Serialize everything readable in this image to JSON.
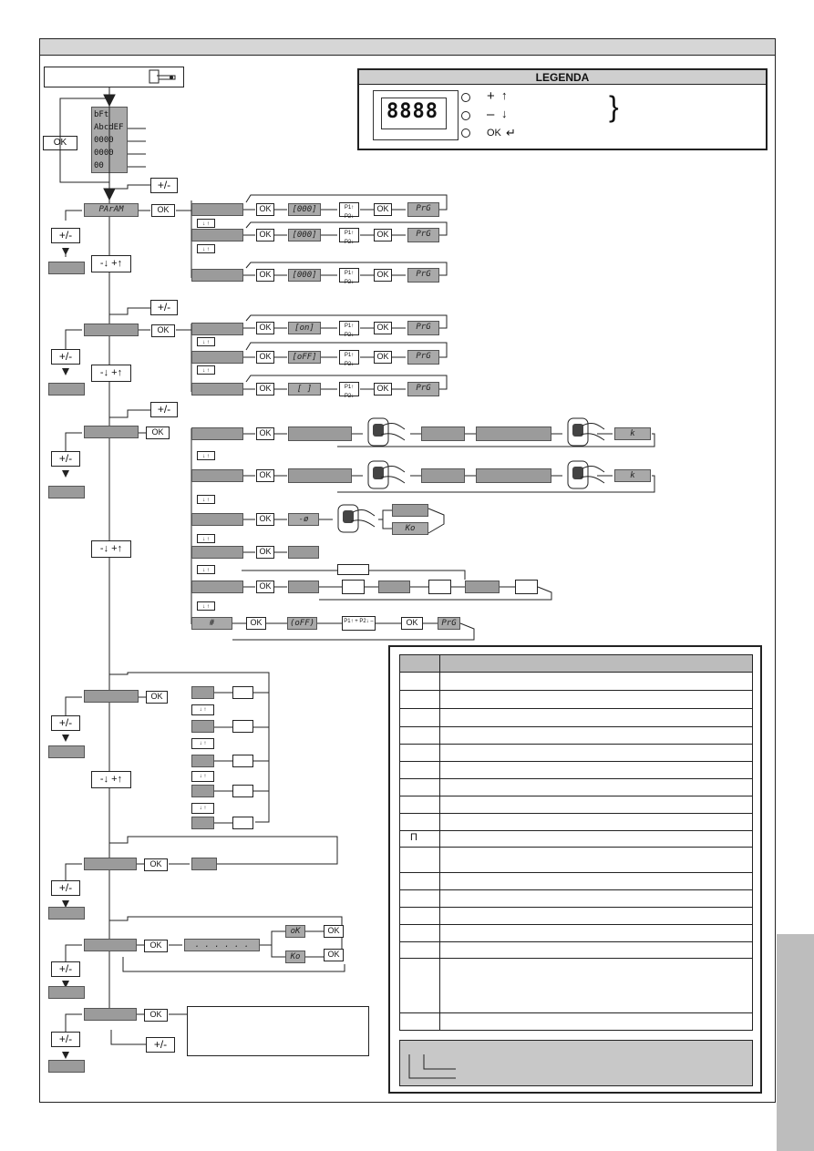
{
  "legend": {
    "title": "LEGENDA",
    "display_digits": "8888",
    "plus_label": "+",
    "minus_label": "–",
    "ok_label": "OK"
  },
  "start_display": [
    "bFt",
    "AbcdEF",
    "0000",
    "0000",
    "00"
  ],
  "ok_label": "OK",
  "plus_minus_label": "+/-",
  "param_display": "PArAM",
  "value_display": "[000]",
  "on_display": "[on]",
  "off_display": "[oFF]",
  "off_display2": "(oFF)",
  "empty_display": "[   ]",
  "prg_display": "PrG",
  "k_display": "k",
  "ko_display": "Ko",
  "ok_display": "oK",
  "arrow_display": "-ø",
  "dots_display": ". . .     . . .",
  "hash_display": "#",
  "table_symbol": "Π",
  "icons": [
    "hand-pointer-icon",
    "remote-control-icon",
    "arrow-icon"
  ]
}
